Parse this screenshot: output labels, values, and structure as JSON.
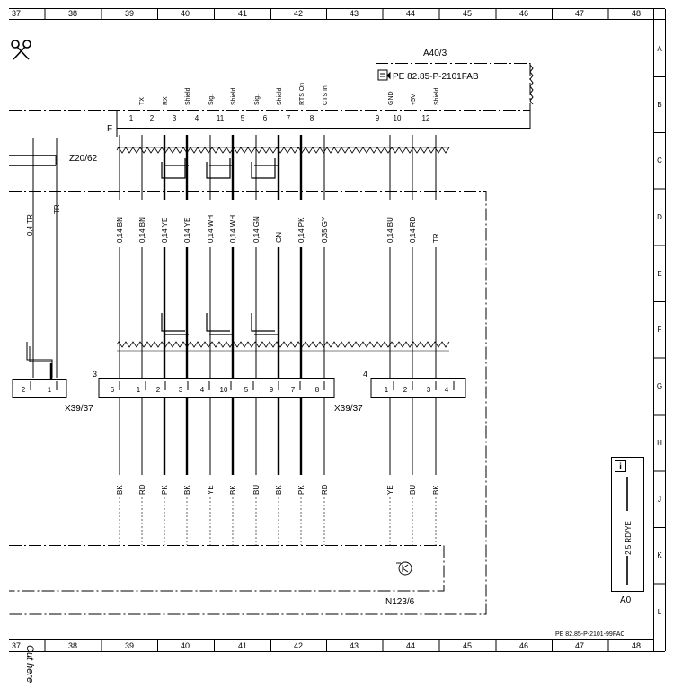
{
  "grid": {
    "columns": [
      "37",
      "38",
      "39",
      "40",
      "41",
      "42",
      "43",
      "44",
      "45",
      "46",
      "47",
      "48"
    ],
    "rows": [
      "A",
      "B",
      "C",
      "D",
      "E",
      "F",
      "G",
      "H",
      "J",
      "K",
      "L"
    ]
  },
  "module": {
    "id": "A40/3",
    "ref": "PE 82.85-P-2101FAB",
    "connector_letter": "F",
    "pins": [
      {
        "num": "1",
        "label": "TX",
        "wire": "0,14 BN"
      },
      {
        "num": "2",
        "label": "",
        "wire": "0,14 BN"
      },
      {
        "num": "3",
        "label": "RX",
        "wire": "0,14 YE"
      },
      {
        "num": "4",
        "label": "Shield",
        "wire": "0,14 YE"
      },
      {
        "num": "11",
        "label": "Sig.",
        "wire": "0,14 WH"
      },
      {
        "num": "5",
        "label": "Shield",
        "wire": "0,14 WH"
      },
      {
        "num": "6",
        "label": "Sig.",
        "wire": "0,14 GN"
      },
      {
        "num": "7",
        "label": "Shield",
        "wire": "GN"
      },
      {
        "num": "8",
        "label": "RTS On",
        "wire": "0,14 PK"
      },
      {
        "num": "",
        "label": "CTS In",
        "wire": "0,35 GY"
      },
      {
        "num": "9",
        "label": "",
        "wire": ""
      },
      {
        "num": "10",
        "label": "GND",
        "wire": "0,14 BU"
      },
      {
        "num": "",
        "label": "+5V",
        "wire": "0,14 RD"
      },
      {
        "num": "12",
        "label": "Shield",
        "wire": "TR"
      }
    ]
  },
  "cable": {
    "id": "Z20/62"
  },
  "left_wires": [
    "0,4 TR",
    "TR"
  ],
  "connector_left": {
    "pins": [
      "2",
      "1"
    ]
  },
  "connector3": {
    "group": "3",
    "label": "X39/37",
    "pins": [
      "6",
      "1",
      "2",
      "3",
      "4",
      "10",
      "5",
      "9",
      "7",
      "8"
    ]
  },
  "connector4": {
    "group": "4",
    "label": "X39/37",
    "pins": [
      "1",
      "2",
      "3",
      "4"
    ]
  },
  "bottom_wires": [
    "BK",
    "RD",
    "PK",
    "BK",
    "YE",
    "BK",
    "BU",
    "BK",
    "PK",
    "RD",
    "YE",
    "BU",
    "BK"
  ],
  "component": {
    "id": "N123/6"
  },
  "info_box": {
    "wire": "2,5 RD/YE",
    "label": "A0"
  },
  "footer": {
    "ref": "PE 82.85-P-2101-99FAC",
    "cut": "Cut here"
  }
}
